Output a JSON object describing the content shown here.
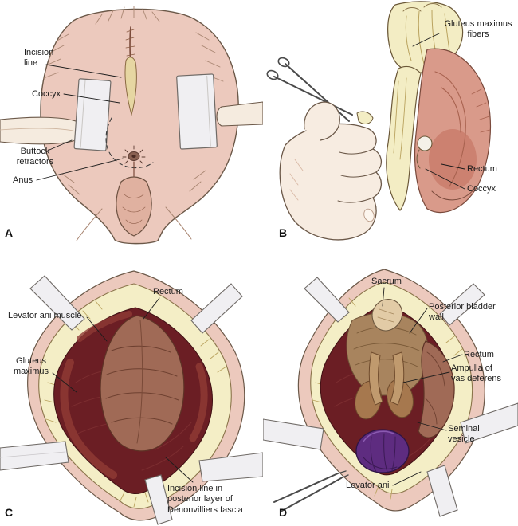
{
  "figure": {
    "background_color": "#ffffff",
    "panels": {
      "a": {
        "letter": "A",
        "labels": {
          "incision_line": "Incision\nline",
          "coccyx": "Coccyx",
          "buttock_retractors": "Buttock\nretractors",
          "anus": "Anus"
        }
      },
      "b": {
        "letter": "B",
        "labels": {
          "gluteus_maximus_fibers": "Gluteus maximus\nfibers",
          "rectum": "Rectum",
          "coccyx": "Coccyx"
        }
      },
      "c": {
        "letter": "C",
        "labels": {
          "rectum": "Rectum",
          "levator_ani_muscle": "Levator ani muscle",
          "gluteus_maximus": "Gluteus\nmaximus",
          "incision_line_fascia": "Incision line in\nposterior layer of\nDenonvilliers fascia"
        }
      },
      "d": {
        "letter": "D",
        "labels": {
          "sacrum": "Sacrum",
          "posterior_bladder_wall": "Posterior bladder\nwall",
          "rectum": "Rectum",
          "ampulla_vas_deferens": "Ampulla of\nvas deferens",
          "seminal_vesicle": "Seminal\nvesicle",
          "levator_ani": "Levator ani"
        }
      }
    },
    "colors": {
      "skin": "#ecc9bd",
      "fat": "#f3edc4",
      "deep_muscle": "#6b1e24",
      "rectum": "#a06a56",
      "pink_muscle": "#d99a8a",
      "seminal_vesicle": "#5e2c80",
      "retractor": "#f0eff2",
      "outline": "#6b5848",
      "label_text": "#1b1b1b"
    }
  }
}
